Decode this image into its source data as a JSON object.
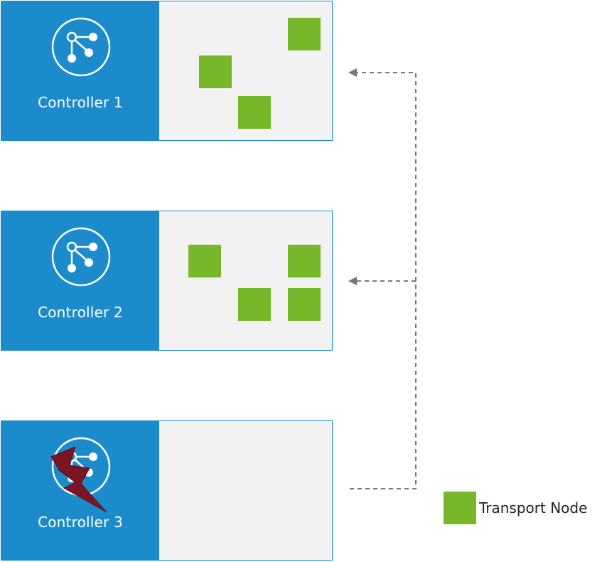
{
  "controllers": [
    {
      "label": "Controller 1",
      "status": "active",
      "node_count": 3
    },
    {
      "label": "Controller 2",
      "status": "active",
      "node_count": 4
    },
    {
      "label": "Controller 3",
      "status": "failed",
      "node_count": 0
    }
  ],
  "legend": {
    "label": "Transport Node"
  },
  "colors": {
    "controller_blue": "#1c8bcb",
    "node_green": "#77b82a",
    "panel_grey": "#f2f2f2",
    "failure_bolt": "#7a1426",
    "connector": "#777777"
  },
  "icons": {
    "controller": "network-nodes-icon",
    "failure": "lightning-bolt-icon"
  }
}
